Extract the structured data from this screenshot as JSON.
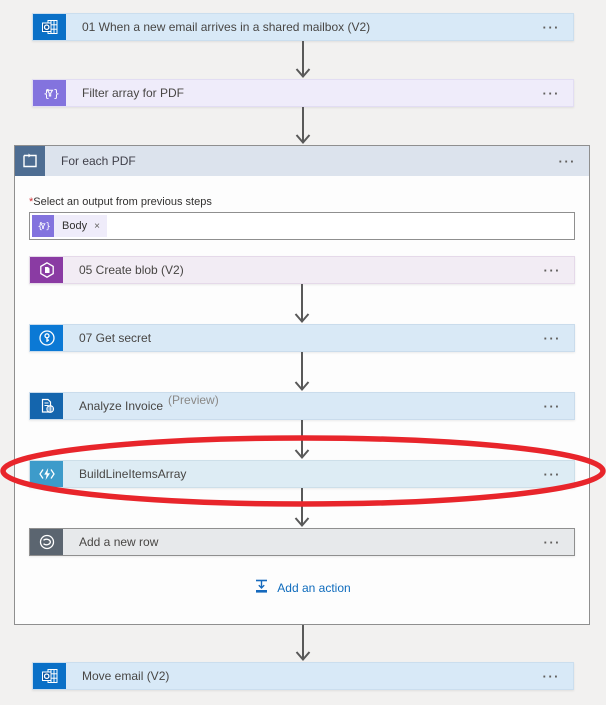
{
  "ui": {
    "ellipsis": "···",
    "required_marker": "*"
  },
  "colors": {
    "canvas_bg": "#f2f1f0",
    "outlook_blue": "#0a70c7",
    "data_operation_purple": "#8373de",
    "foreach_steel_blue": "#4e6d92",
    "blob_purple": "#8a3ba3",
    "keyvault_blue": "#0b79d5",
    "form_recognizer_blue": "#1465ad",
    "functions_blue": "#3d9bca",
    "dataverse_gray": "#5b6570",
    "link_blue": "#0f6cbd",
    "annotation_red": "#e8252b",
    "arrow_gray": "#595959"
  },
  "cards": {
    "trigger": {
      "title": "01 When a new email arrives in a shared mailbox (V2)"
    },
    "filter": {
      "title": "Filter array for PDF"
    },
    "foreach": {
      "title": "For each PDF"
    },
    "select_output": {
      "label": "Select an output from previous steps",
      "token_label": "Body",
      "token_remove": "×"
    },
    "create_blob": {
      "title": "05 Create blob (V2)"
    },
    "get_secret": {
      "title": "07 Get secret"
    },
    "analyze_invoice": {
      "title": "Analyze Invoice",
      "badge": "(Preview)"
    },
    "build_line_items": {
      "title": "BuildLineItemsArray"
    },
    "add_row": {
      "title": "Add a new row"
    },
    "move_email": {
      "title": "Move email (V2)"
    }
  },
  "buttons": {
    "add_action": "Add an action"
  }
}
